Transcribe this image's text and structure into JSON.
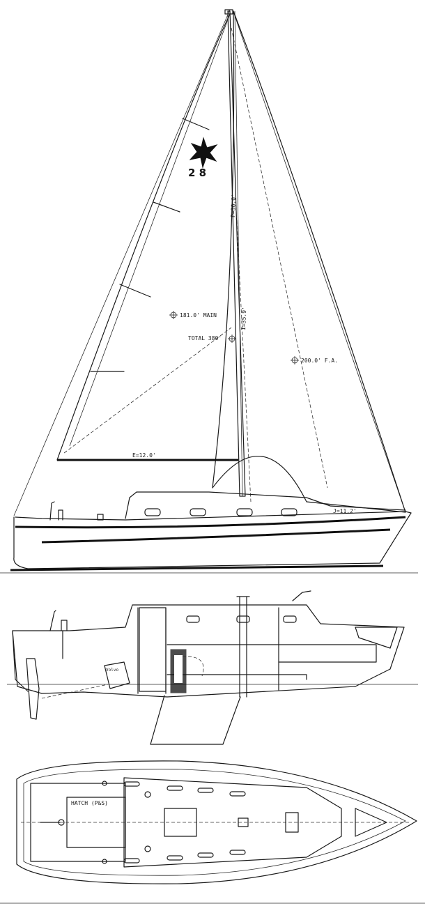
{
  "logo": {
    "class_number": "2 8"
  },
  "sail_plan_labels": {
    "p_dimension": "P=30.0'",
    "i_dimension": "I=35.9'",
    "main_area": "181.0' MAIN",
    "total_area": "TOTAL 380'",
    "fore_triangle_area": "200.0' F.A.",
    "e_dimension": "E=12.0'",
    "j_dimension": "J=11.2'"
  },
  "interior_labels": {
    "hatch": "HATCH (P&S)",
    "engine": "Volvo"
  }
}
